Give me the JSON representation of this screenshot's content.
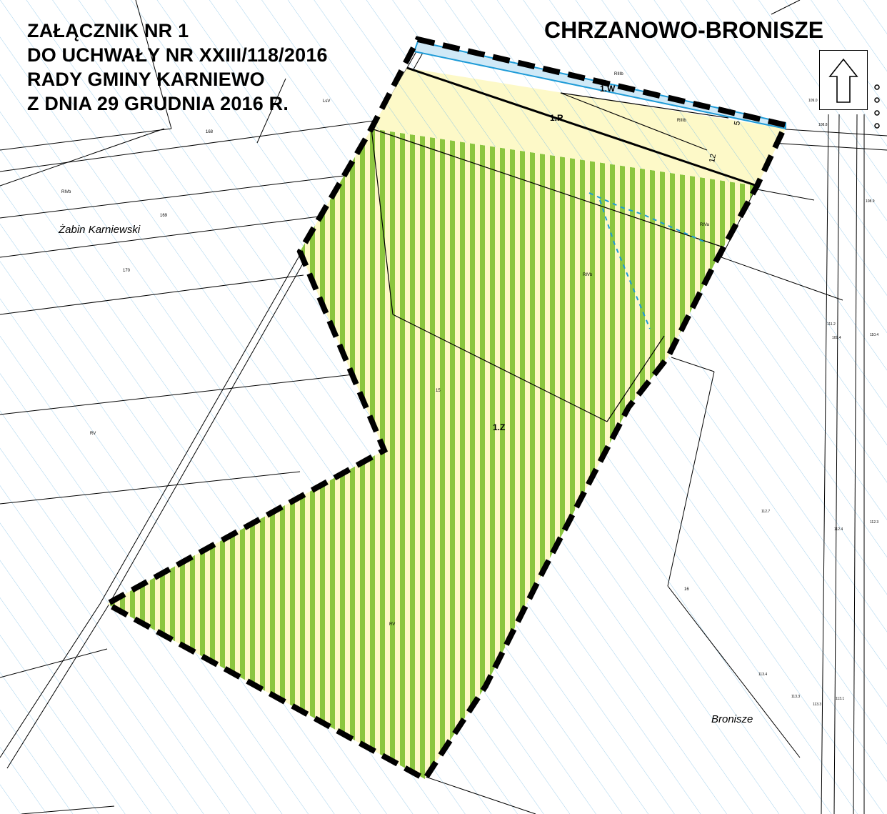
{
  "title_lines": [
    "ZAŁĄCZNIK NR 1",
    "DO UCHWAŁY NR XXIII/118/2016",
    "RADY GMINY KARNIEWO",
    "Z DNIA 29 GRUDNIA 2016 R."
  ],
  "place_title": "CHRZANOWO-BRONISZE",
  "locality_labels": [
    "Żabin Karniewski",
    "Bronisze"
  ],
  "zone_labels": [
    "1.R",
    "1.Z",
    "1.W"
  ],
  "dimension_labels": [
    "12",
    "5"
  ],
  "soil_class_labels": [
    "LsV",
    "RIVb",
    "RV",
    "RIIIb",
    "RIVa",
    "RIVb",
    "RV",
    "RIIIb"
  ],
  "parcel_numbers": [
    "168",
    "169",
    "170",
    "15",
    "16"
  ],
  "elevation_labels": [
    "109.0",
    "108.8",
    "108.9",
    "111.2",
    "109.4",
    "110.4",
    "112.7",
    "112.4",
    "112.3",
    "113.4",
    "113.3",
    "113.1",
    "113.3"
  ],
  "colors": {
    "zone_green": "#8cc63f",
    "zone_cream": "#fdf9c8",
    "water_blue": "#1e9bd7",
    "boundary": "#000000"
  },
  "icons": [
    "north-arrow-icon"
  ]
}
